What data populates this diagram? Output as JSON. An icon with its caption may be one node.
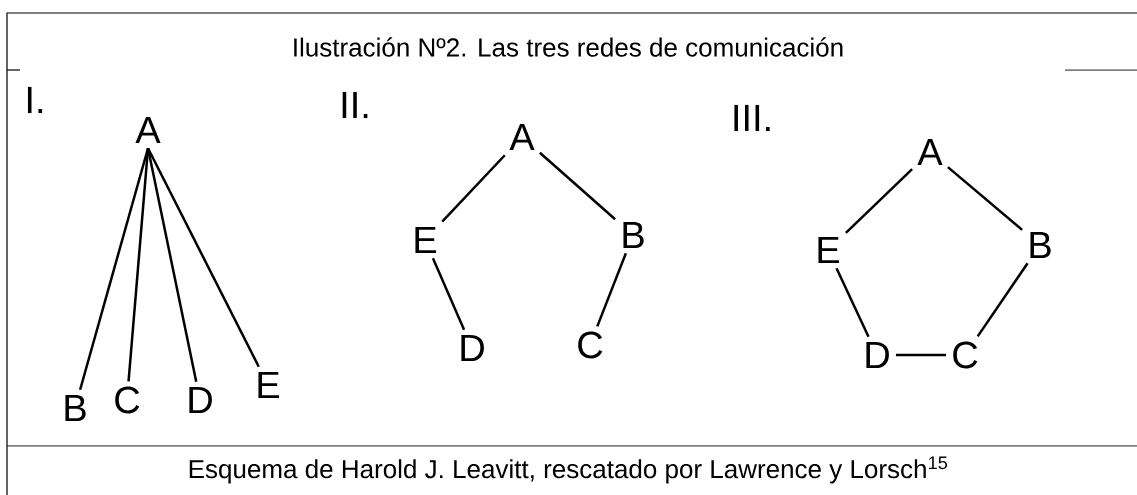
{
  "diagram": {
    "title": "Ilustración Nº2. Las tres redes de comunicación",
    "caption": "Esquema de Harold J. Leavitt, rescatado por Lawrence y Lorsch$^{15}$",
    "nodes": [
      {
        "text": [
          "A"
        ]
      },
      {
        "text": [
          "B"
        ]
      },
      {
        "text": [
          "C"
        ]
      },
      {
        "text": [
          "D"
        ]
      },
      {
        "text": [
          "E"
        ]
      },
      {
        "text": [
          "A"
        ]
      },
      {
        "text": [
          "E"
        ]
      },
      {
        "text": [
          "B"
        ]
      },
      {
        "text": [
          "D"
        ]
      },
      {
        "text": [
          "C"
        ]
      },
      {
        "text": [
          "A"
        ]
      },
      {
        "text": [
          "E"
        ]
      },
      {
        "text": [
          "B"
        ]
      },
      {
        "text": [
          "D"
        ]
      },
      {
        "text": [
          "C"
        ]
      }
    ],
    "edges": [
      {
        "from": 0,
        "to": 1,
        "arrow": "none"
      },
      {
        "from": 0,
        "to": 2,
        "arrow": "none"
      },
      {
        "from": 0,
        "to": 3,
        "arrow": "none"
      },
      {
        "from": 0,
        "to": 4,
        "arrow": "none"
      },
      {
        "from": 5,
        "to": 6,
        "arrow": "none"
      },
      {
        "from": 5,
        "to": 7,
        "arrow": "none"
      },
      {
        "from": 6,
        "to": 8,
        "arrow": "none"
      },
      {
        "from": 7,
        "to": 9,
        "arrow": "none"
      },
      {
        "from": 10,
        "to": 11,
        "arrow": "none"
      },
      {
        "from": 10,
        "to": 12,
        "arrow": "none"
      },
      {
        "from": 11,
        "to": 13,
        "arrow": "none"
      },
      {
        "from": 12,
        "to": 14,
        "arrow": "none"
      },
      {
        "from": 13,
        "to": 14,
        "arrow": "none"
      }
    ],
    "labels": [
      "I.",
      "II.",
      "III."
    ]
  }
}
